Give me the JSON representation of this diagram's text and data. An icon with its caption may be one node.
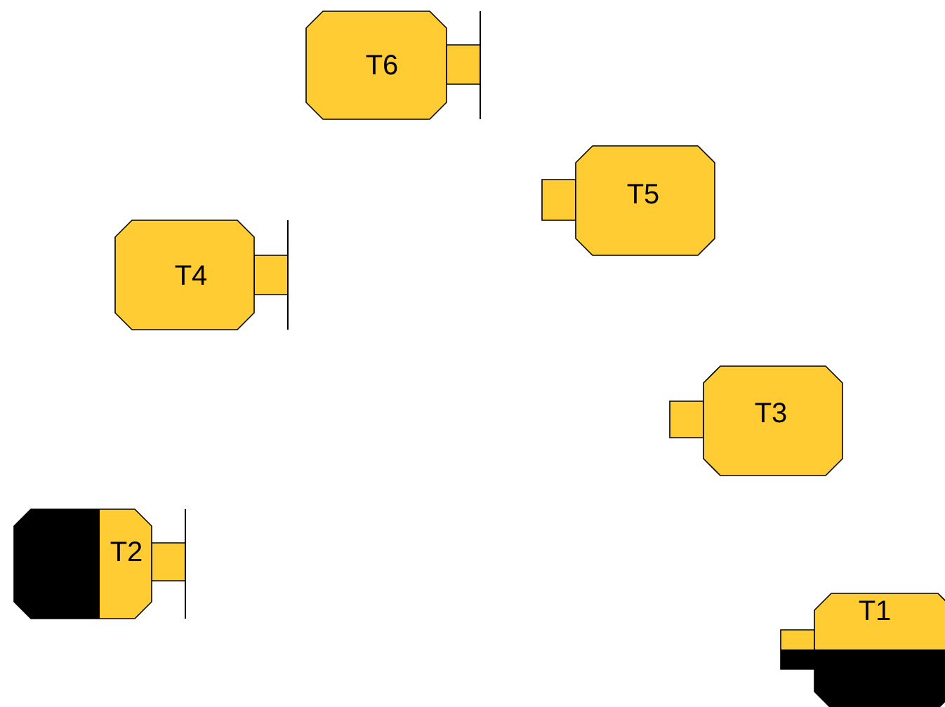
{
  "diagram": {
    "nodes": [
      {
        "text": [
          "T6"
        ]
      },
      {
        "text": [
          "T5"
        ]
      },
      {
        "text": [
          "T4"
        ]
      },
      {
        "text": [
          "T3"
        ]
      },
      {
        "text": [
          "T2"
        ]
      },
      {
        "text": [
          "T1"
        ]
      }
    ]
  }
}
